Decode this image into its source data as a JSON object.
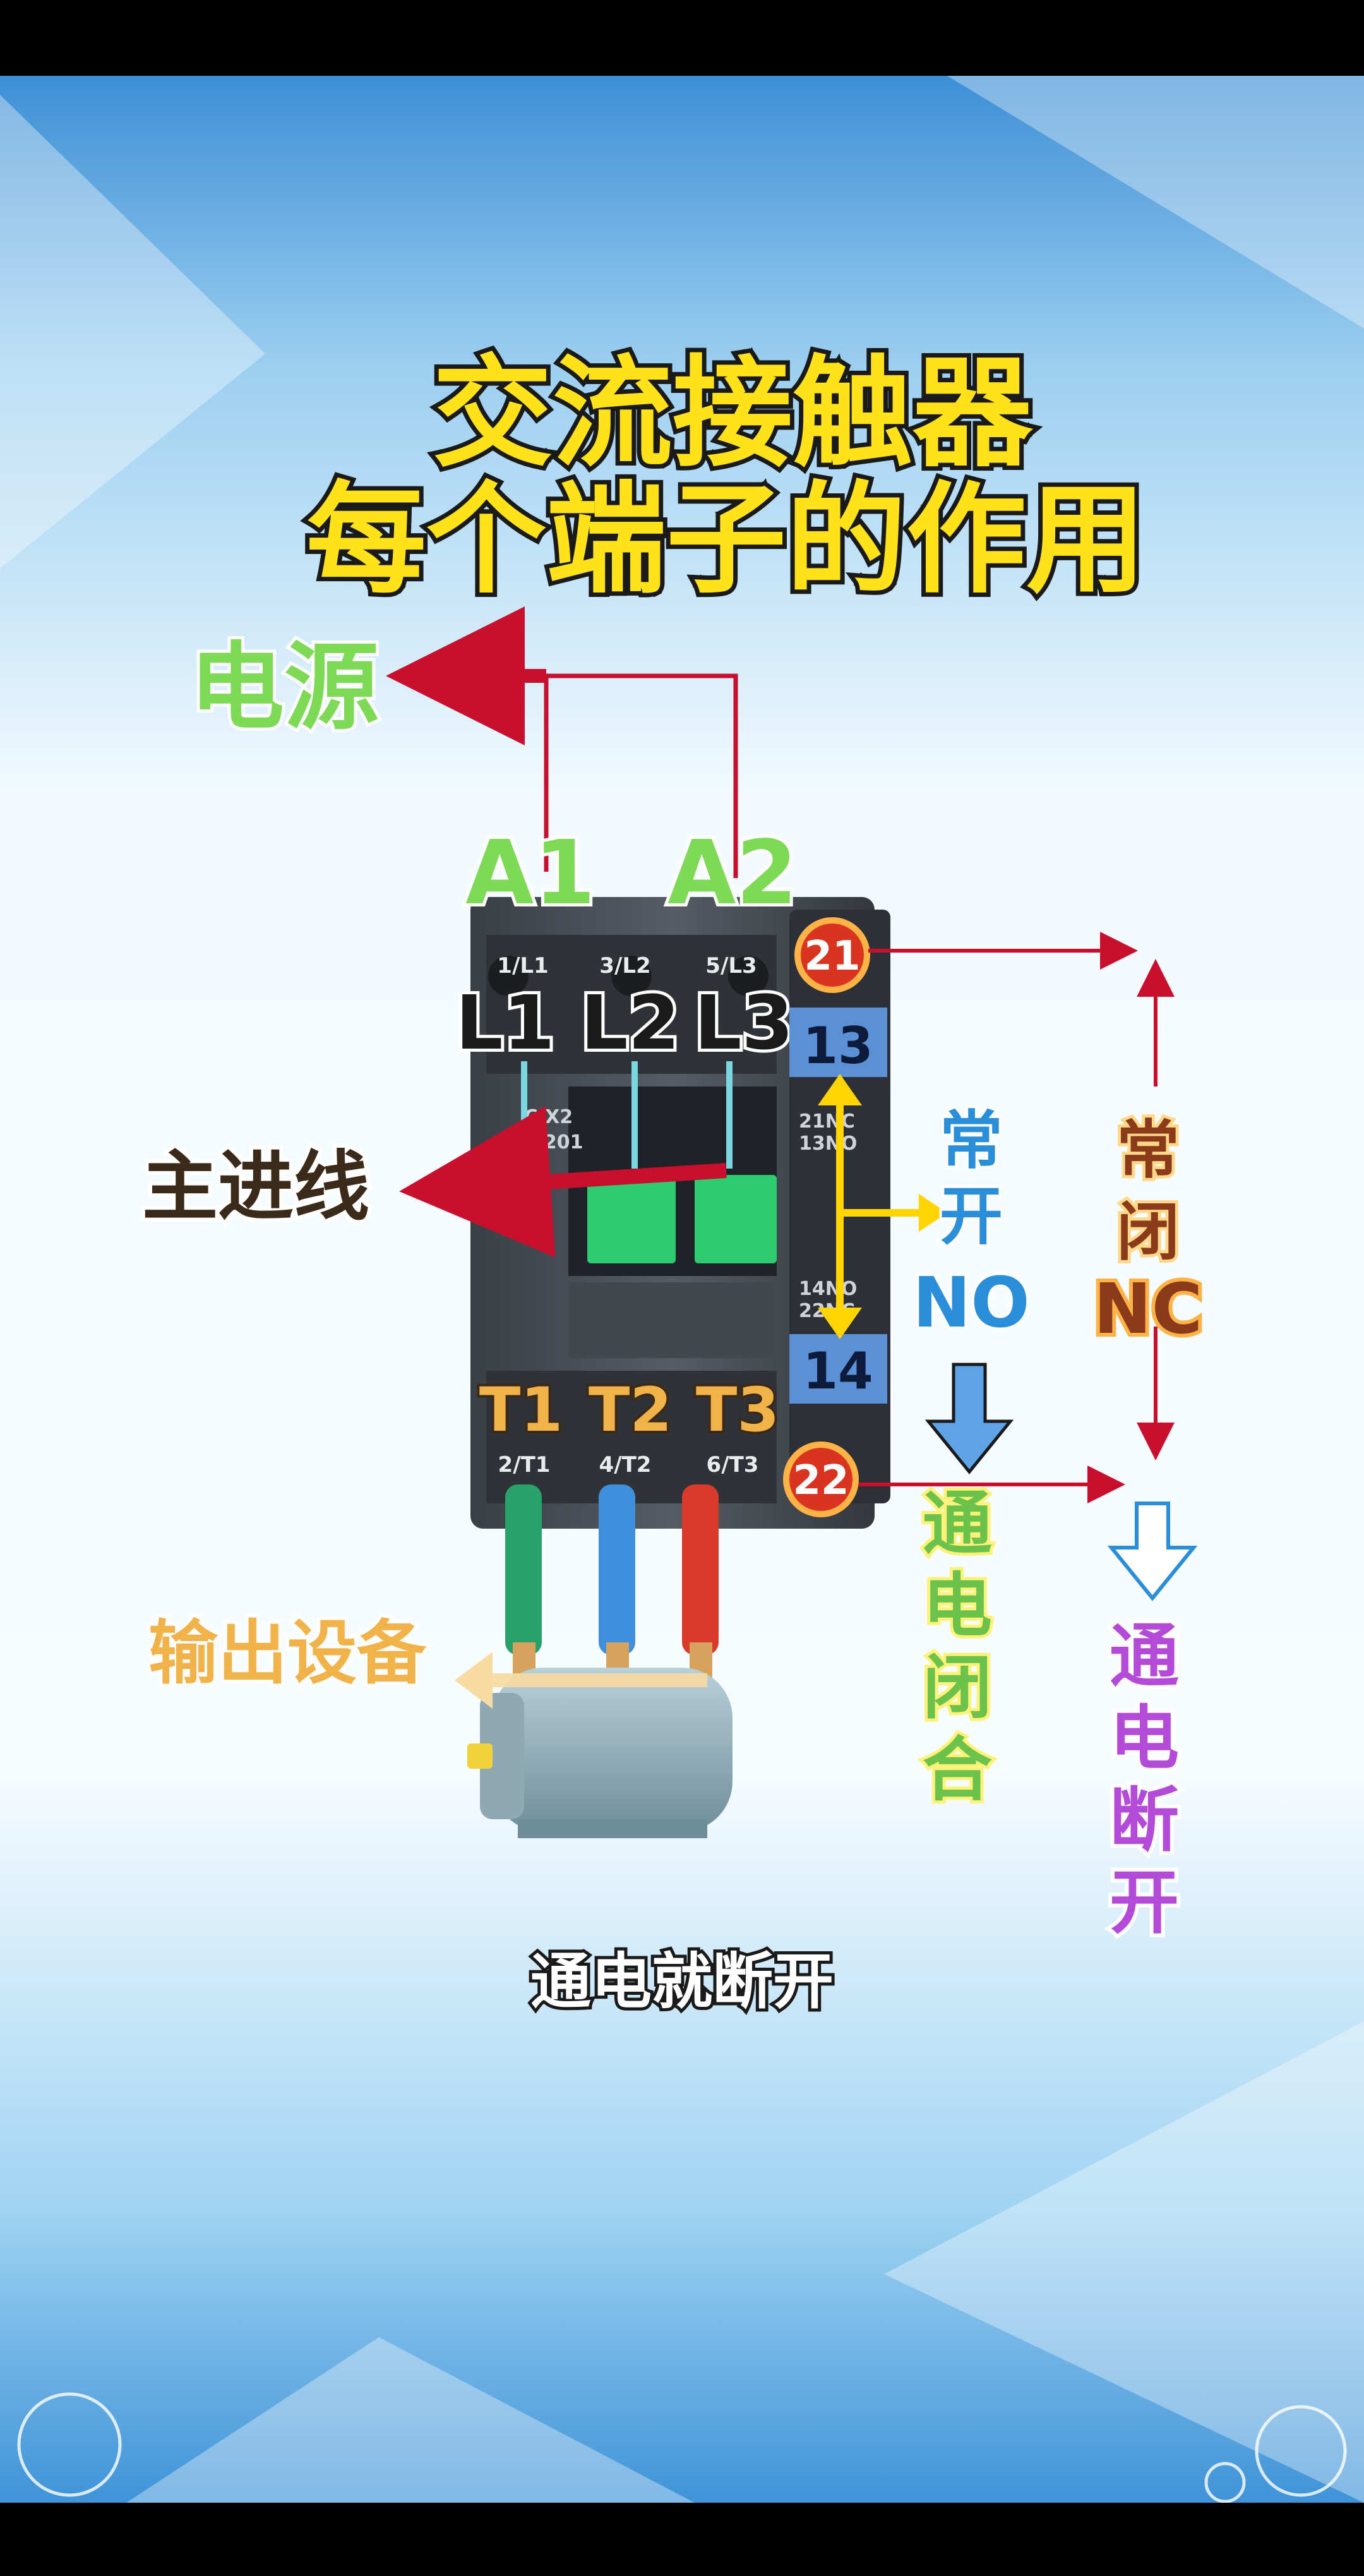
{
  "title": {
    "line1": "交流接触器",
    "line2": "每个端子的作用"
  },
  "labels": {
    "power": "电源",
    "main_input": "主进线",
    "output_device": "输出设备",
    "subtitle": "通电就断开"
  },
  "coil_terminals": {
    "a1": "A1",
    "a2": "A2"
  },
  "input_terminals": [
    {
      "label": "L1",
      "marking": "1/L1"
    },
    {
      "label": "L2",
      "marking": "3/L2"
    },
    {
      "label": "L3",
      "marking": "5/L3"
    }
  ],
  "output_terminals": [
    {
      "label": "T1",
      "marking": "2/T1"
    },
    {
      "label": "T2",
      "marking": "4/T2"
    },
    {
      "label": "T3",
      "marking": "6/T3"
    }
  ],
  "aux_terminals": {
    "t13": "13",
    "t14": "14",
    "t21": "21",
    "t22": "22"
  },
  "body_text": {
    "model_line1": "CJX2",
    "model_line2": "1201",
    "nc_line1": "21NC",
    "nc_line2": "13NO",
    "no_line1": "14NO",
    "no_line2": "22NC"
  },
  "normally_open": {
    "line1": "常",
    "line2": "开",
    "line3": "NO",
    "result": [
      "通",
      "电",
      "闭",
      "合"
    ]
  },
  "normally_closed": {
    "line1": "常",
    "line2": "闭",
    "line3": "NC",
    "result": [
      "通",
      "电",
      "断",
      "开"
    ]
  },
  "colors": {
    "title_yellow": "#ffe21a",
    "power_green": "#7ed957",
    "arrow_red": "#c8102e",
    "no_blue": "#2a8fd8",
    "nc_brown": "#8b3a1a",
    "result_green": "#6cc24a",
    "result_purple": "#b44ad8",
    "output_orange": "#f2b24a",
    "arrow_yellow": "#ffd400"
  }
}
